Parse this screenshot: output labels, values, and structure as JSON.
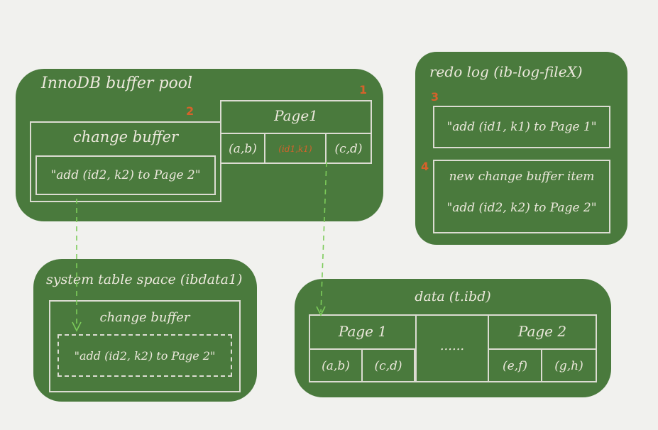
{
  "buffer_pool": {
    "title": "InnoDB buffer pool",
    "change_buffer": {
      "title": "change buffer",
      "entry": "\"add (id2, k2) to Page 2\"",
      "step": "2"
    },
    "page1": {
      "title": "Page1",
      "step": "1",
      "cells": [
        "(a,b)",
        "(id1,k1)",
        "(c,d)"
      ]
    }
  },
  "redo_log": {
    "title": "redo log (ib-log-fileX)",
    "entry1": {
      "step": "3",
      "text": "\"add (id1, k1) to Page 1\""
    },
    "entry2": {
      "step": "4",
      "line1": "new change buffer item",
      "line2": "\"add (id2, k2) to Page 2\""
    }
  },
  "system_table_space": {
    "title": "system table space (ibdata1)",
    "change_buffer_title": "change buffer",
    "entry": "\"add (id2, k2) to Page 2\""
  },
  "data_file": {
    "title": "data (t.ibd)",
    "page1": {
      "title": "Page 1",
      "cells": [
        "(a,b)",
        "(c,d)"
      ]
    },
    "ellipsis": "......",
    "page2": {
      "title": "Page 2",
      "cells": [
        "(e,f)",
        "(g,h)"
      ]
    }
  },
  "colors": {
    "board": "#4a7a3d",
    "chalk": "#e9e6dc",
    "accent_orange": "#d5622b",
    "arrow": "#7ccc5a"
  }
}
